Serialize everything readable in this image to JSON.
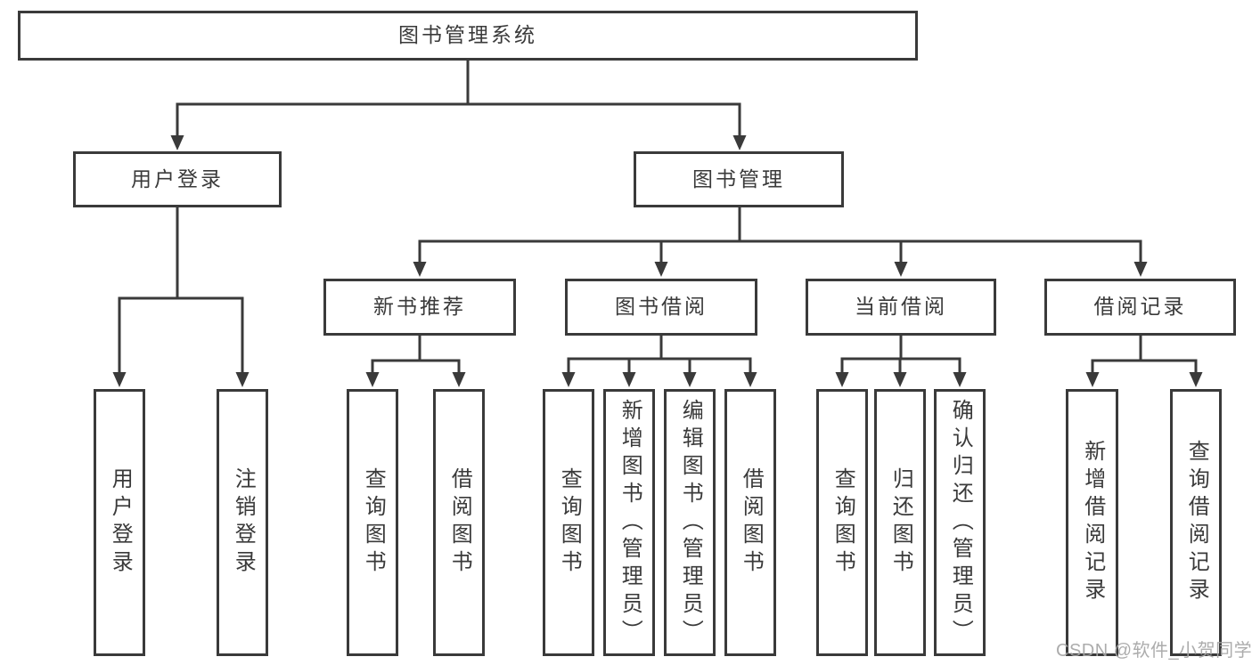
{
  "diagram": {
    "title": "图书管理系统",
    "nodes": {
      "root": {
        "label": "图书管理系统"
      },
      "user_login": {
        "label": "用户登录",
        "parent": "root"
      },
      "book_mgmt": {
        "label": "图书管理",
        "parent": "root"
      },
      "new_book_rec": {
        "label": "新书推荐",
        "parent": "book_mgmt"
      },
      "book_borrow": {
        "label": "图书借阅",
        "parent": "book_mgmt"
      },
      "current_borrow": {
        "label": "当前借阅",
        "parent": "book_mgmt"
      },
      "borrow_records": {
        "label": "借阅记录",
        "parent": "book_mgmt"
      },
      "leaf_user_login": {
        "label": "用户登录",
        "parent": "user_login"
      },
      "leaf_logout": {
        "label": "注销登录",
        "parent": "user_login"
      },
      "nb_query_book": {
        "label": "查询图书",
        "parent": "new_book_rec"
      },
      "nb_borrow_book": {
        "label": "借阅图书",
        "parent": "new_book_rec"
      },
      "bb_query_book": {
        "label": "查询图书",
        "parent": "book_borrow"
      },
      "bb_add_book": {
        "label": "新增图书（管理员）",
        "parent": "book_borrow"
      },
      "bb_edit_book": {
        "label": "编辑图书（管理员）",
        "parent": "book_borrow"
      },
      "bb_borrow_book": {
        "label": "借阅图书",
        "parent": "book_borrow"
      },
      "cb_query_book": {
        "label": "查询图书",
        "parent": "current_borrow"
      },
      "cb_return_book": {
        "label": "归还图书",
        "parent": "current_borrow"
      },
      "cb_confirm_return": {
        "label": "确认归还（管理员）",
        "parent": "current_borrow"
      },
      "br_add_record": {
        "label": "新增借阅记录",
        "parent": "borrow_records"
      },
      "br_query_record": {
        "label": "查询借阅记录",
        "parent": "borrow_records"
      }
    },
    "colors": {
      "line": "#3a3a3a",
      "box_border": "#3a3a3a",
      "text": "#3a3a3a",
      "background": "#ffffff",
      "watermark": "#a5a5a5"
    }
  },
  "watermark": {
    "text": "CSDN @软件_小贺同学"
  }
}
